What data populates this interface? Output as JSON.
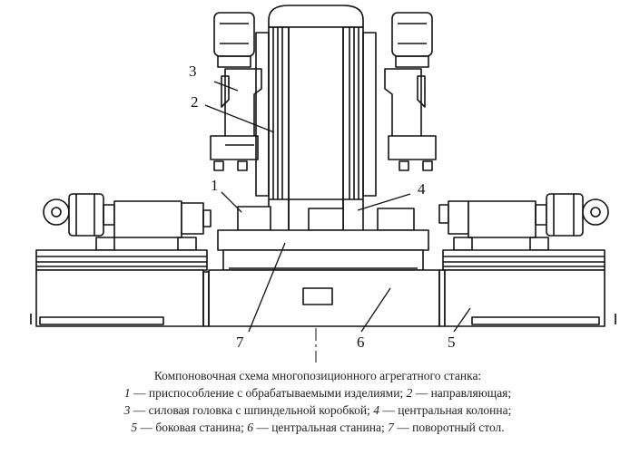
{
  "figure": {
    "labels": {
      "l1": "1",
      "l2": "2",
      "l3": "3",
      "l4": "4",
      "l5": "5",
      "l6": "6",
      "l7": "7"
    }
  },
  "caption": {
    "title": "Компоновочная схема многопозиционного агрегатного станка:",
    "items": [
      {
        "num": "1",
        "text": " — приспособление с обрабатываемыми изделиями; "
      },
      {
        "num": "2",
        "text": " — направляющая;"
      },
      {
        "num": "3",
        "text": " — силовая головка с шпиндельной коробкой; "
      },
      {
        "num": "4",
        "text": " — центральная колонна;"
      },
      {
        "num": "5",
        "text": " — боковая станина; "
      },
      {
        "num": "6",
        "text": " — центральная станина; "
      },
      {
        "num": "7",
        "text": " — поворотный стол."
      }
    ]
  }
}
